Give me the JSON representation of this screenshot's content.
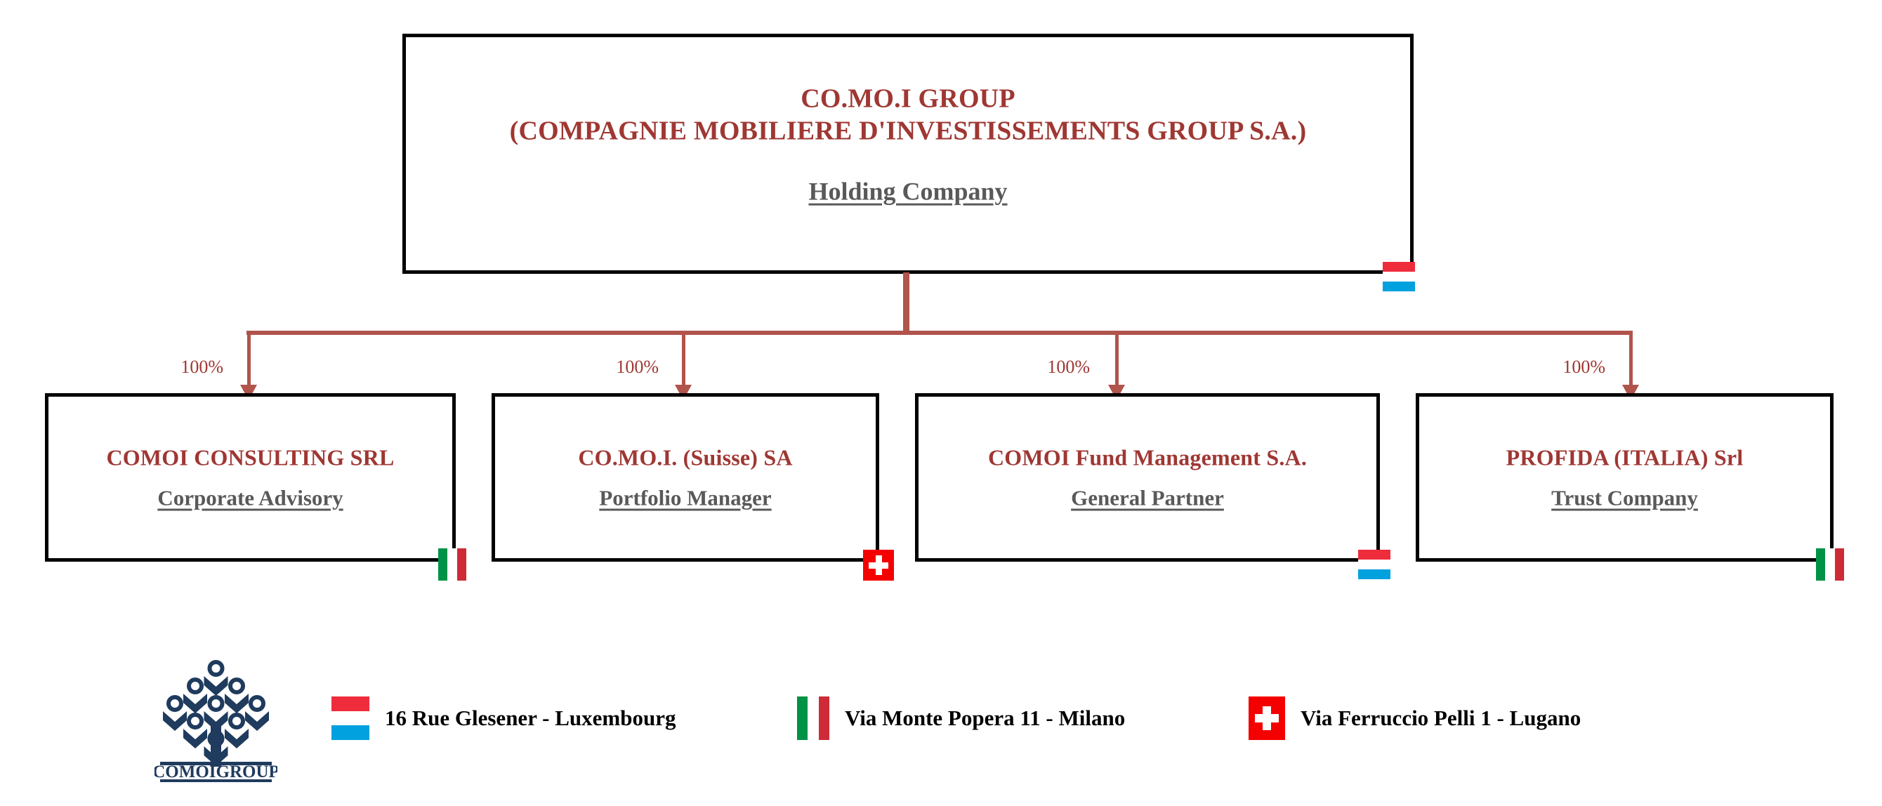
{
  "chart_data": {
    "type": "diagram",
    "title": "CO.MO.I GROUP corporate structure",
    "root": {
      "name": "CO.MO.I GROUP",
      "legal_name": "(COMPAGNIE MOBILIERE D'INVESTISSEMENTS GROUP S.A.)",
      "role": "Holding Company",
      "flag": "luxembourg-flag"
    },
    "edges": [
      {
        "from": "CO.MO.I GROUP",
        "to": "COMOI CONSULTING SRL",
        "label": "100%"
      },
      {
        "from": "CO.MO.I GROUP",
        "to": "CO.MO.I. (Suisse) SA",
        "label": "100%"
      },
      {
        "from": "CO.MO.I GROUP",
        "to": "COMOI Fund Management S.A.",
        "label": "100%"
      },
      {
        "from": "CO.MO.I GROUP",
        "to": "PROFIDA (ITALIA) Srl",
        "label": "100%"
      }
    ],
    "children": [
      {
        "name": "COMOI CONSULTING SRL",
        "role": "Corporate Advisory",
        "ownership": "100%",
        "flag": "italy-flag"
      },
      {
        "name": "CO.MO.I. (Suisse) SA",
        "role": "Portfolio Manager",
        "ownership": "100%",
        "flag": "switzerland-flag"
      },
      {
        "name": "COMOI Fund Management S.A.",
        "role": "General Partner",
        "ownership": "100%",
        "flag": "luxembourg-flag"
      },
      {
        "name": "PROFIDA (ITALIA) Srl",
        "role": "Trust Company",
        "ownership": "100%",
        "flag": "italy-flag"
      }
    ]
  },
  "root_node": {
    "title_line1": "CO.MO.I GROUP",
    "title_line2": "(COMPAGNIE MOBILIERE D'INVESTISSEMENTS GROUP S.A.)",
    "role": "Holding Company",
    "flag": "luxembourg-flag"
  },
  "children": [
    {
      "title": "COMOI CONSULTING SRL",
      "role": "Corporate Advisory",
      "ownership": "100%",
      "flag": "italy-flag"
    },
    {
      "title": "CO.MO.I. (Suisse) SA",
      "role": "Portfolio Manager",
      "ownership": "100%",
      "flag": "switzerland-flag"
    },
    {
      "title": "COMOI Fund Management S.A.",
      "role": "General Partner",
      "ownership": "100%",
      "flag": "luxembourg-flag"
    },
    {
      "title": "PROFIDA (ITALIA) Srl",
      "role": "Trust Company",
      "ownership": "100%",
      "flag": "italy-flag"
    }
  ],
  "legend": {
    "logo_text": "COMOIGROUP",
    "items": [
      {
        "flag": "luxembourg-flag",
        "label": "16 Rue Glesener - Luxembourg"
      },
      {
        "flag": "italy-flag",
        "label": "Via Monte Popera 11 - Milano"
      },
      {
        "flag": "switzerland-flag",
        "label": "Via Ferruccio Pelli 1 - Lugano"
      }
    ]
  },
  "colors": {
    "company_name": "#9f3733",
    "role_text": "#595959",
    "connector": "#b0544c",
    "box_border": "#000000",
    "logo_navy": "#1f3b5e",
    "lux_red": "#ee2c3c",
    "lux_blue": "#00a1de",
    "ita_green": "#009246",
    "ita_red": "#ce2b37",
    "swiss_red": "#f40000"
  }
}
